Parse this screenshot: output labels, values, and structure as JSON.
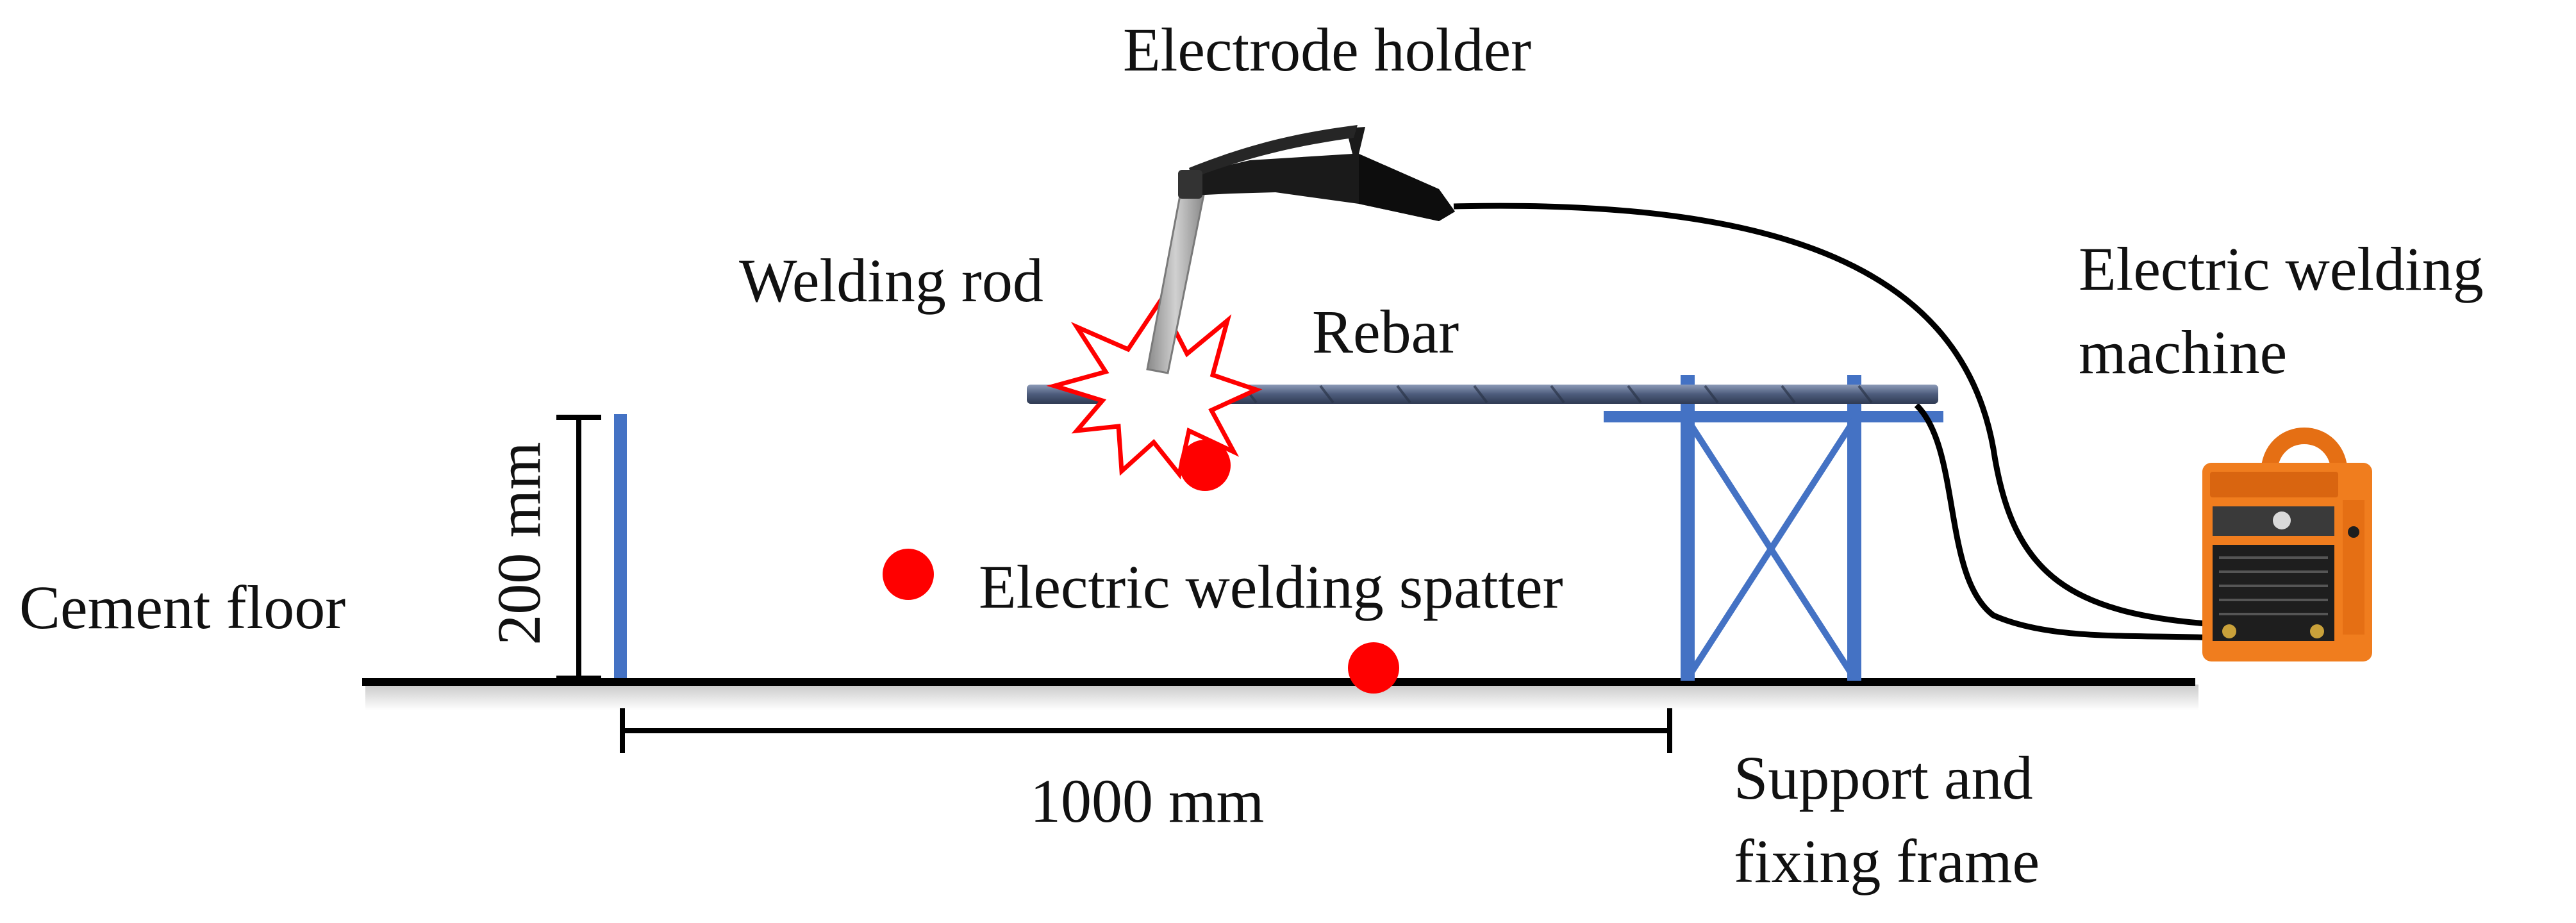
{
  "labels": {
    "electrode_holder": "Electrode holder",
    "welding_rod": "Welding rod",
    "rebar": "Rebar",
    "machine_line1": "Electric welding",
    "machine_line2": "machine",
    "height_dim": "200 mm",
    "cement_floor": "Cement floor",
    "spatter": "Electric welding spatter",
    "length_dim": "1000 mm",
    "support_line1": "Support and",
    "support_line2": "fixing frame"
  },
  "colors": {
    "frame_blue": "#4472c4",
    "spatter_red": "#ff0000",
    "machine_orange": "#f07d1e",
    "rebar_steel": "#5a6a8a",
    "rod_gray": "#a8a8a8",
    "floor_black": "#000000"
  },
  "icons": {
    "holder": "electrode-holder-icon",
    "machine": "welding-machine-icon",
    "spark": "spark-burst-icon"
  }
}
